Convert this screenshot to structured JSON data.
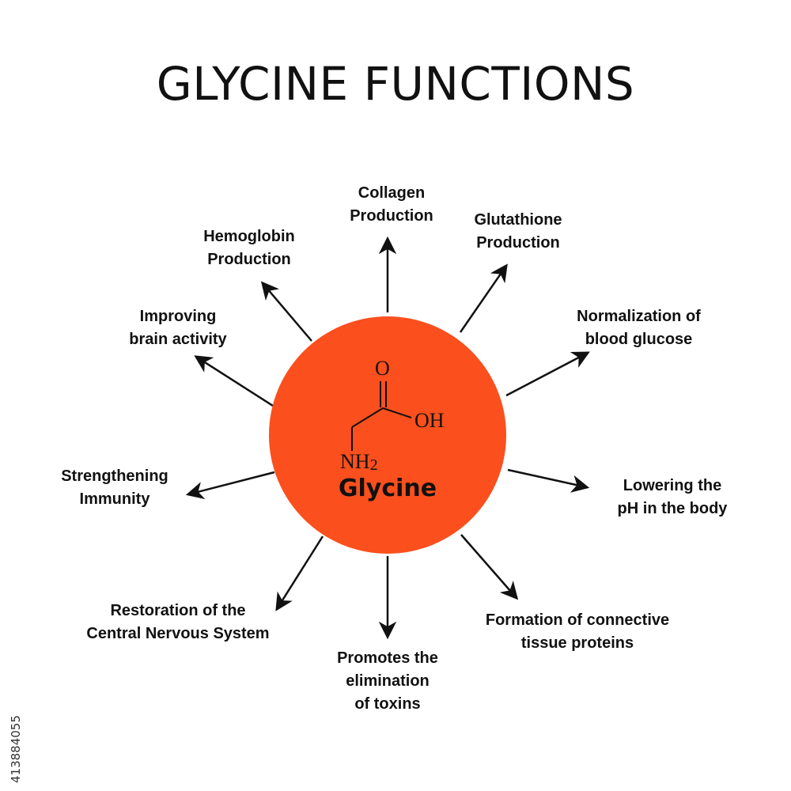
{
  "title": "GLYCINE FUNCTIONS",
  "center": {
    "name": "Glycine",
    "color": "#fb4f1d",
    "formula": {
      "o": "O",
      "oh": "OH",
      "nh2_n": "NH",
      "nh2_sub": "2"
    }
  },
  "functions": [
    {
      "lines": [
        "Collagen",
        "Production"
      ]
    },
    {
      "lines": [
        "Glutathione",
        "Production"
      ]
    },
    {
      "lines": [
        "Normalization of",
        "blood glucose"
      ]
    },
    {
      "lines": [
        "Lowering the",
        "pH in the body"
      ]
    },
    {
      "lines": [
        "Formation of connective",
        "tissue proteins"
      ]
    },
    {
      "lines": [
        "Promotes the",
        "elimination",
        "of toxins"
      ]
    },
    {
      "lines": [
        "Restoration of the",
        "Central Nervous System"
      ]
    },
    {
      "lines": [
        "Strengthening",
        "Immunity"
      ]
    },
    {
      "lines": [
        "Improving",
        "brain activity"
      ]
    },
    {
      "lines": [
        "Hemoglobin",
        "Production"
      ]
    }
  ],
  "stock_id": "413884055"
}
